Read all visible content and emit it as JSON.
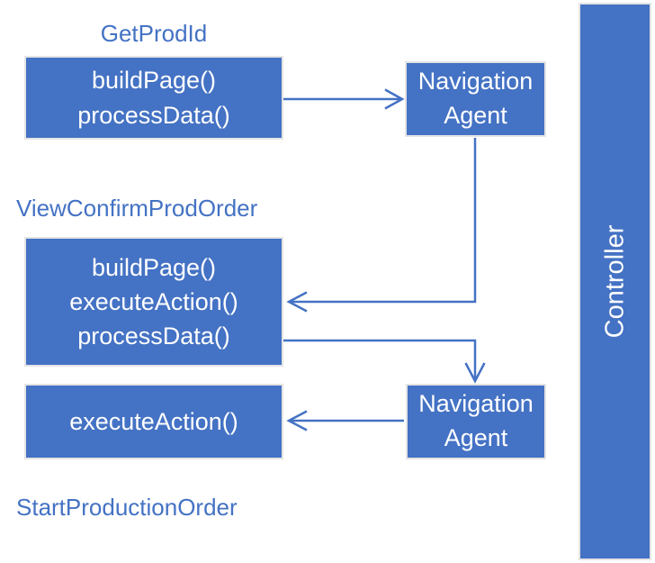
{
  "palette": {
    "primary": "#4472C4",
    "box_border": "#e4e4e4",
    "box_text": "#ffffff",
    "background": "#ffffff"
  },
  "diagram": {
    "pages": [
      {
        "label": "GetProdId",
        "methods": [
          "buildPage()",
          "processData()"
        ]
      },
      {
        "label": "ViewConfirmProdOrder",
        "methods": [
          "buildPage()",
          "executeAction()",
          "processData()"
        ]
      },
      {
        "label": "StartProductionOrder",
        "methods": [
          "executeAction()"
        ]
      }
    ],
    "agents": [
      {
        "label": "Navigation Agent"
      },
      {
        "label": "Navigation Agent"
      }
    ],
    "controller": {
      "label": "Controller"
    }
  }
}
